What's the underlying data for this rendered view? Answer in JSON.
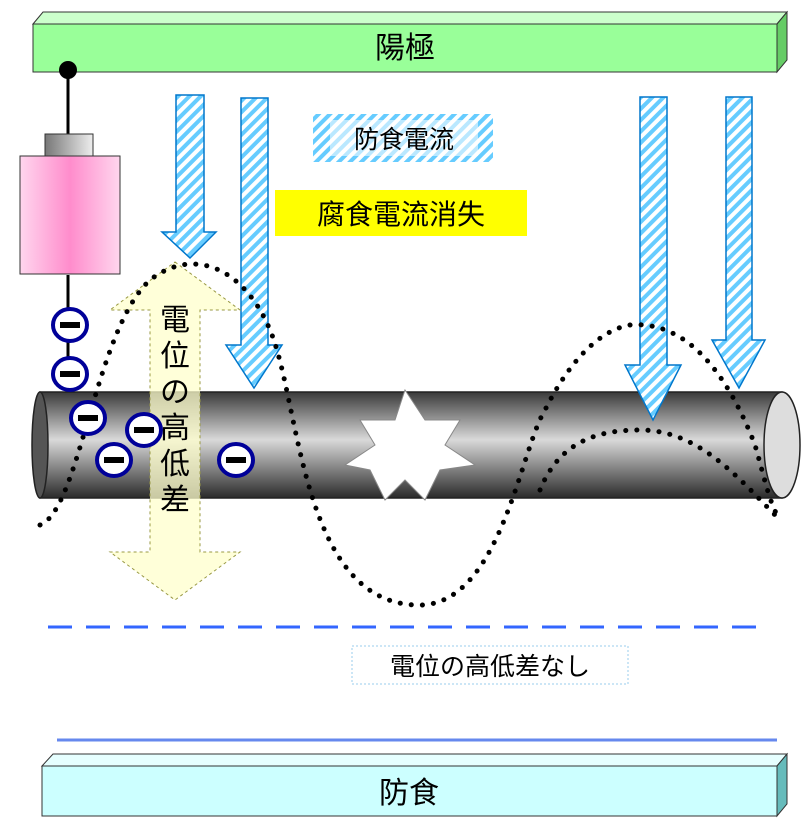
{
  "anode_label": "陽極",
  "protection_current_label": "防食電流",
  "corrosion_current_label": "腐食電流消失",
  "potential_difference_label": "電位の高低差",
  "no_potential_difference_label": "電位の高低差なし",
  "result_label": "防食",
  "electron_symbol": "−",
  "colors": {
    "anode_bar": "#99ff99",
    "result_bar": "#ccffff",
    "arrow_stripe": "#66ccff",
    "highlight_yellow": "#ffff00",
    "potential_arrow": "#ffffcc",
    "electron_ring": "#000099",
    "pipe": "#666666",
    "dashed_line": "#3366ff",
    "solid_line": "#6688ee"
  }
}
